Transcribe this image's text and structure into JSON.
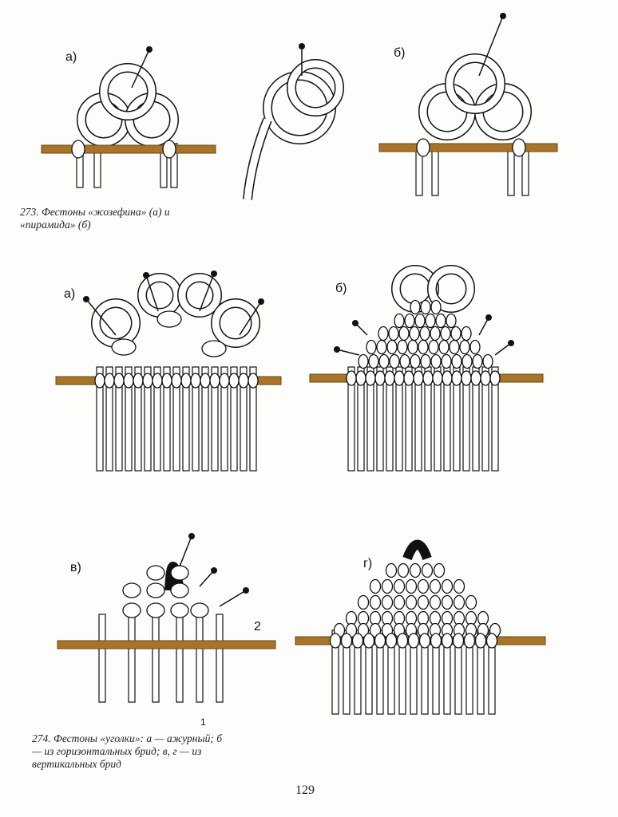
{
  "figures": {
    "fig273": {
      "caption": "273. Фестоны «жозефина» (а) и «пирамида» (б)",
      "label_a": "а)",
      "label_b": "б)"
    },
    "fig_row2": {
      "label_a": "а)",
      "label_b": "б)"
    },
    "fig274": {
      "caption": "274. Фестоны «уголки»: а — ажурный; б — из горизонтальных брид; в, г — из вертикальных брид",
      "label_v": "в)",
      "label_g": "г)",
      "marker_2": "2",
      "marker_1": "1"
    }
  },
  "page_number": "129",
  "colors": {
    "rod": "#a8742a",
    "rod_dark": "#6b4416",
    "cord_outline": "#111111",
    "paper": "#fdfdfb"
  }
}
